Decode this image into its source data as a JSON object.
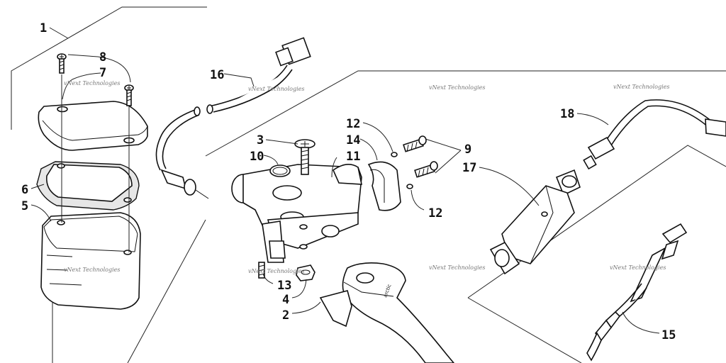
{
  "watermark": "vNext Technologies",
  "callouts": [
    {
      "id": "c1",
      "label": "1"
    },
    {
      "id": "c8",
      "label": "8"
    },
    {
      "id": "c7",
      "label": "7"
    },
    {
      "id": "c6",
      "label": "6"
    },
    {
      "id": "c5",
      "label": "5"
    },
    {
      "id": "c16",
      "label": "16"
    },
    {
      "id": "c3",
      "label": "3"
    },
    {
      "id": "c10",
      "label": "10"
    },
    {
      "id": "c12a",
      "label": "12"
    },
    {
      "id": "c14",
      "label": "14"
    },
    {
      "id": "c11",
      "label": "11"
    },
    {
      "id": "c9",
      "label": "9"
    },
    {
      "id": "c17",
      "label": "17"
    },
    {
      "id": "c12b",
      "label": "12"
    },
    {
      "id": "c18",
      "label": "18"
    },
    {
      "id": "c13",
      "label": "13"
    },
    {
      "id": "c4",
      "label": "4"
    },
    {
      "id": "c2",
      "label": "2"
    },
    {
      "id": "c15",
      "label": "15"
    }
  ],
  "part_logo": "arctic"
}
